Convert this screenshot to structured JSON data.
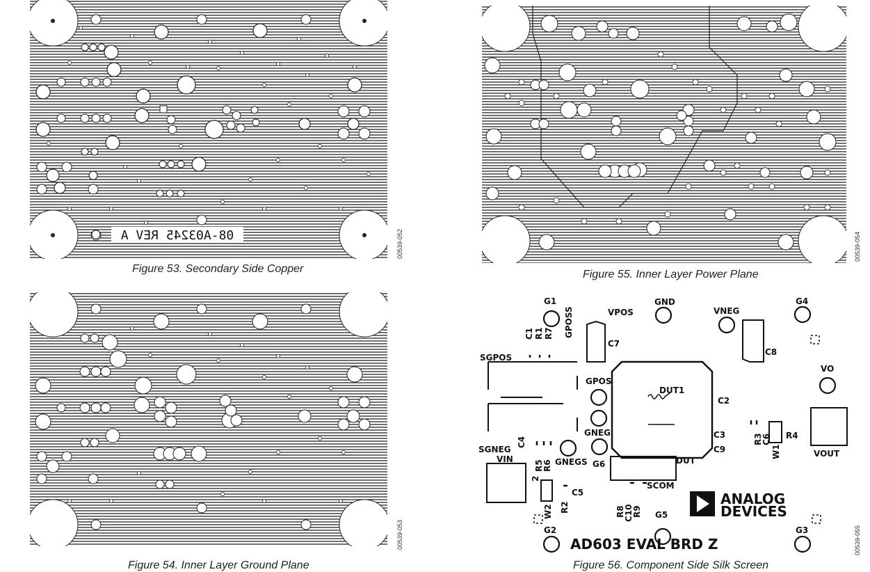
{
  "figures": [
    {
      "caption": "Figure 53. Secondary Side Copper",
      "code": "00539-052",
      "board_text": "08-A03245 REV A"
    },
    {
      "caption": "Figure 55. Inner Layer Power Plane",
      "code": "00539-054"
    },
    {
      "caption": "Figure 54. Inner Layer Ground Plane",
      "code": "00539-053"
    },
    {
      "caption": "Figure 56. Component Side Silk Screen",
      "code": "00539-055"
    }
  ],
  "silk": {
    "labels": [
      "G1",
      "VPOS",
      "GND",
      "VNEG",
      "G4",
      "C1",
      "R1",
      "R7",
      "GPOSS",
      "C7",
      "C8",
      "SGPOS",
      "VO",
      "GPOS",
      "DUT1",
      "C2",
      "C3",
      "C9",
      "R3",
      "C6",
      "R4",
      "W1",
      "VOUT",
      "SGNEG",
      "C4",
      "GNEG",
      "R5",
      "R6",
      "GNEGS",
      "G6",
      "DUT",
      "VIN",
      "2",
      "C5",
      "SCOM",
      "W2",
      "R2",
      "R8",
      "C10",
      "R9",
      "G5",
      "G2",
      "G3"
    ],
    "logo_top": "ANALOG",
    "logo_bottom": "DEVICES",
    "board_name": "AD603 EVAL BRD Z"
  }
}
